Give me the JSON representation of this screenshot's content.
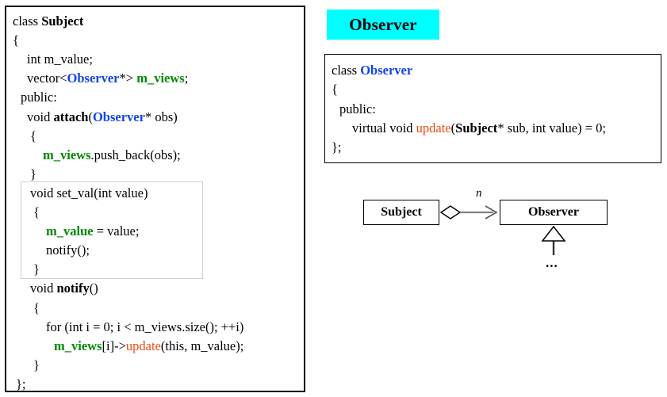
{
  "subject_panel": {
    "name": "subject-class-code",
    "lines": [
      {
        "indent": 0,
        "parts": [
          {
            "t": "class ",
            "s": "plain"
          },
          {
            "t": "Subject",
            "s": "bold"
          }
        ]
      },
      {
        "indent": 0,
        "parts": [
          {
            "t": "{",
            "s": "plain"
          }
        ]
      },
      {
        "indent": 18,
        "parts": [
          {
            "t": "int m_value;",
            "s": "plain"
          }
        ]
      },
      {
        "indent": 18,
        "parts": [
          {
            "t": "vector<",
            "s": "plain"
          },
          {
            "t": "Observer",
            "s": "blue"
          },
          {
            "t": "*> ",
            "s": "plain"
          },
          {
            "t": "m_views",
            "s": "green"
          },
          {
            "t": ";",
            "s": "plain"
          }
        ]
      },
      {
        "indent": 10,
        "parts": [
          {
            "t": "public:",
            "s": "plain"
          }
        ]
      },
      {
        "indent": 18,
        "parts": [
          {
            "t": "void ",
            "s": "plain"
          },
          {
            "t": "attach",
            "s": "bold"
          },
          {
            "t": "(",
            "s": "plain"
          },
          {
            "t": "Observer",
            "s": "blue"
          },
          {
            "t": "* obs)",
            "s": "plain"
          }
        ]
      },
      {
        "indent": 22,
        "parts": [
          {
            "t": "{",
            "s": "plain"
          }
        ]
      },
      {
        "indent": 38,
        "parts": [
          {
            "t": "m_views",
            "s": "green"
          },
          {
            "t": ".push_back(obs);",
            "s": "plain"
          }
        ]
      },
      {
        "indent": 22,
        "parts": [
          {
            "t": "}",
            "s": "plain"
          }
        ]
      },
      {
        "indent": 22,
        "parts": [
          {
            "t": "void set_val(int value)",
            "s": "plain"
          }
        ]
      },
      {
        "indent": 26,
        "parts": [
          {
            "t": "{",
            "s": "plain"
          }
        ]
      },
      {
        "indent": 42,
        "parts": [
          {
            "t": "m_value",
            "s": "green"
          },
          {
            "t": " = value;",
            "s": "plain"
          }
        ]
      },
      {
        "indent": 42,
        "parts": [
          {
            "t": "notify();",
            "s": "plain"
          }
        ]
      },
      {
        "indent": 26,
        "parts": [
          {
            "t": "}",
            "s": "plain"
          }
        ]
      },
      {
        "indent": 22,
        "parts": [
          {
            "t": "void ",
            "s": "plain"
          },
          {
            "t": "notify",
            "s": "bold"
          },
          {
            "t": "()",
            "s": "plain"
          }
        ]
      },
      {
        "indent": 26,
        "parts": [
          {
            "t": "{",
            "s": "plain"
          }
        ]
      },
      {
        "indent": 42,
        "parts": [
          {
            "t": "for (int i = 0; i < m_views.size(); ++i)",
            "s": "plain"
          }
        ]
      },
      {
        "indent": 52,
        "parts": [
          {
            "t": "m_views",
            "s": "green"
          },
          {
            "t": "[i]->",
            "s": "plain"
          },
          {
            "t": "update",
            "s": "orange"
          },
          {
            "t": "(this, m_value);",
            "s": "plain"
          }
        ]
      },
      {
        "indent": 26,
        "parts": [
          {
            "t": "}",
            "s": "plain"
          }
        ]
      },
      {
        "indent": 4,
        "parts": [
          {
            "t": "};",
            "s": "plain"
          }
        ]
      }
    ],
    "highlight_label": "set_val-highlight-region"
  },
  "observer_panel": {
    "title": "Observer",
    "title_bg_color": "#00ffff",
    "lines": [
      {
        "indent": 0,
        "parts": [
          {
            "t": "class ",
            "s": "plain"
          },
          {
            "t": "Observer",
            "s": "blue"
          }
        ]
      },
      {
        "indent": 0,
        "parts": [
          {
            "t": "{",
            "s": "plain"
          }
        ]
      },
      {
        "indent": 10,
        "parts": [
          {
            "t": "public:",
            "s": "plain"
          }
        ]
      },
      {
        "indent": 26,
        "parts": [
          {
            "t": "virtual void ",
            "s": "plain"
          },
          {
            "t": "update",
            "s": "orange"
          },
          {
            "t": "(",
            "s": "plain"
          },
          {
            "t": "Subject",
            "s": "bold"
          },
          {
            "t": "* sub, int value) = 0;",
            "s": "plain"
          }
        ]
      },
      {
        "indent": 0,
        "parts": [
          {
            "t": "};",
            "s": "plain"
          }
        ]
      }
    ]
  },
  "uml": {
    "subject_box_label": "Subject",
    "observer_box_label": "Observer",
    "multiplicity_label": "n",
    "subclass_ellipsis": "...",
    "relation_type_aggregation": "aggregation",
    "relation_type_inheritance": "generalization",
    "line_color": "#808080",
    "shape_color": "#000000"
  },
  "colors": {
    "blue_identifier": "#1144ee",
    "green_member": "#008a00",
    "orange_method": "#f04a10",
    "title_highlight": "#00ffff",
    "border": "#000000",
    "inner_border": "#cfcfcf"
  }
}
